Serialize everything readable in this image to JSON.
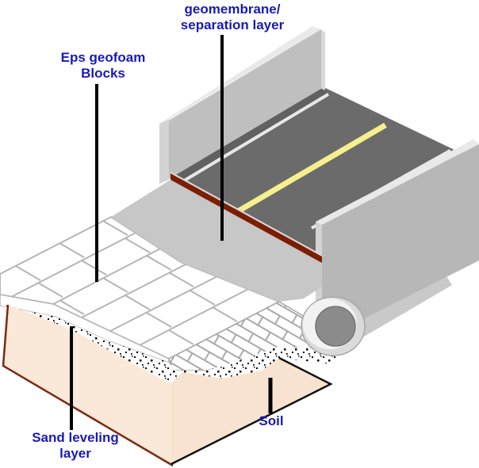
{
  "labels": {
    "geomembrane": {
      "line1": "geomembrane/",
      "line2": "separation layer"
    },
    "eps_geofoam": {
      "line1": "Eps geofoam",
      "line2": "Blocks"
    },
    "sand_leveling": {
      "line1": "Sand leveling",
      "line2": "layer"
    },
    "soil": {
      "line1": "Soil"
    }
  },
  "colors": {
    "label_text": "#1a1ab8",
    "road_asphalt": "#6b6b6b",
    "road_shoulder_shadow": "#616161",
    "lane_marking_yellow": "#f5f08d",
    "lane_marking_white": "#e8e8e8",
    "far_wall_face": "#bfbfbf",
    "right_wall_face": "#b7b7b7",
    "wall_edge_highlight": "#e9e9e9",
    "wall_edge_side": "#d3d3d3",
    "geomembrane_sheet": "#c7c7c7",
    "pavement_edge_maroon": "#7b1e02",
    "geofoam_white": "#ffffff",
    "geofoam_joint_gray": "#b5b5b5",
    "soil_peach": "#fae8d8",
    "soil_ground_peach": "#f8e3d0",
    "soil_edge_dark_red": "#7a2a12",
    "outline_black": "#111111",
    "pipe_ring": "#dadada",
    "pipe_ring_highlight": "#f2f2f2",
    "pipe_inner": "#8b8b8b",
    "pipe_body": "#c9c9c9",
    "leader_line": "#000000"
  }
}
